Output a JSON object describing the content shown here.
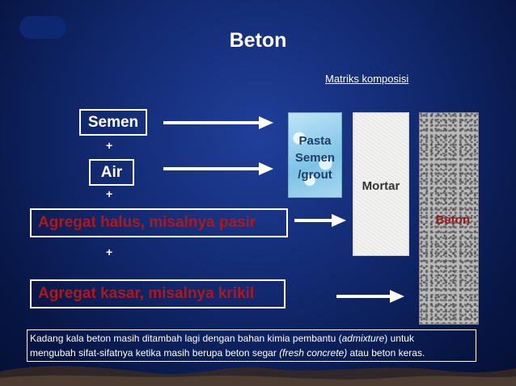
{
  "slide": {
    "title": "Beton",
    "subtitle": "Matriks komposisi"
  },
  "inputs": [
    {
      "label": "Semen"
    },
    {
      "label": "Air"
    },
    {
      "label": "Agregat halus, misalnya pasir"
    },
    {
      "label": "Agregat kasar, misalnya krikil"
    }
  ],
  "plus_signs": [
    "+",
    "+",
    "+"
  ],
  "products": {
    "pasta_line1": "Pasta",
    "pasta_line2": "Semen",
    "pasta_line3": "/grout",
    "mortar": "Mortar",
    "beton": "Beton"
  },
  "note": {
    "line1_pre": "Kadang kala beton masih ditambah lagi dengan bahan kimia pembantu (",
    "line1_italic": "admixture",
    "line1_post": ") untuk",
    "line2_pre": "mengubah sifat-sifatnya ketika masih berupa beton segar ",
    "line2_italic": "(fresh concrete)",
    "line2_post": " atau beton keras."
  },
  "colors": {
    "accent_red": "#b01818",
    "arrow": "#ffffff",
    "background": "#12296f"
  }
}
